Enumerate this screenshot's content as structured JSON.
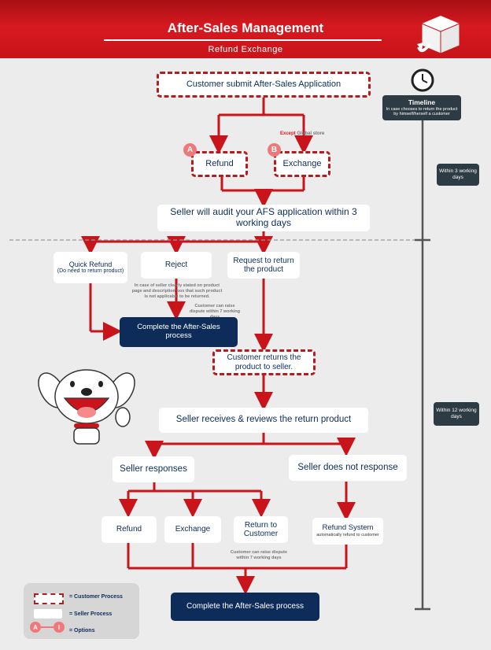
{
  "header": {
    "title": "After-Sales Management",
    "subtitle": "Refund Exchange"
  },
  "flow": {
    "submit": "Customer submit After-Sales Application",
    "except_bold": "Except",
    "except_rest": " Global store",
    "option_a": "A",
    "option_b": "B",
    "refund": "Refund",
    "exchange": "Exchange",
    "audit": "Seller will audit your AFS application within 3 working days",
    "quick_refund": "Quick Refund",
    "quick_refund_note": "(Do need to return product)",
    "reject": "Reject",
    "request_return": "Request to return the product",
    "reject_note": "In case of seller clearly stated on product page and description box that such product is not applicable to be returned.",
    "dispute_note_1": "Customer can raise dispute within 7 working days",
    "complete_1": "Complete the After-Sales process",
    "customer_returns": "Customer returns the product to seller.",
    "seller_receives": "Seller receives & reviews the return product",
    "seller_responses": "Seller responses",
    "seller_no_response": "Seller does not response",
    "resp_refund": "Refund",
    "resp_exchange": "Exchange",
    "return_to_customer": "Return to Customer",
    "refund_system": "Refund System",
    "refund_system_note": "automatically refund to customer",
    "dispute_note_2": "Customer can raise dispute within 7 working days",
    "complete_2": "Complete the After-Sales process"
  },
  "timeline": {
    "title": "Timeline",
    "desc": "In case chooses to return the product by himself/herself a customer",
    "within_3": "Within 3 working days",
    "within_12": "Within 12 working days"
  },
  "legend": {
    "customer_process": "= Customer Process",
    "seller_process": "= Seller Process",
    "options_from": "A",
    "options_to": "I",
    "options": "= Options"
  },
  "colors": {
    "brand_red": "#d71920",
    "navy": "#0d2c5a",
    "arrow": "#c8141a"
  }
}
